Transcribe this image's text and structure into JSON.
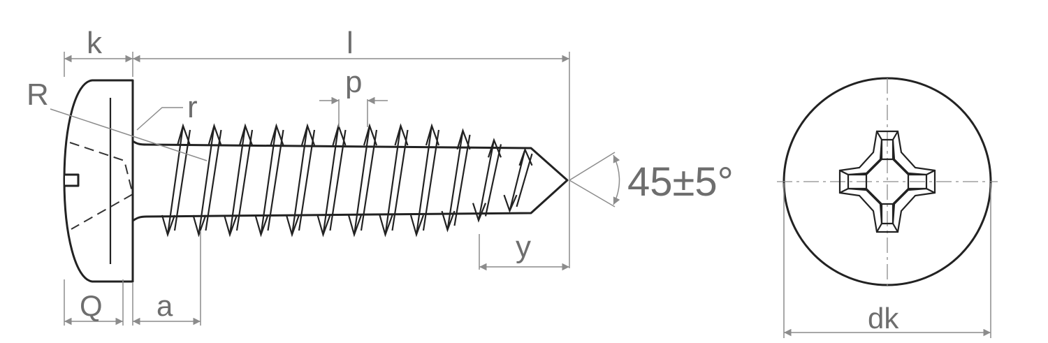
{
  "labels": {
    "k": "k",
    "l": "l",
    "p": "p",
    "R": "R",
    "r": "r",
    "angle": "45±5°",
    "y": "y",
    "Q": "Q",
    "a": "a",
    "dk": "dk"
  },
  "colors": {
    "line": "#222222",
    "dimension": "#8c8c8c",
    "text": "#6e6e6e",
    "background": "#ffffff"
  }
}
